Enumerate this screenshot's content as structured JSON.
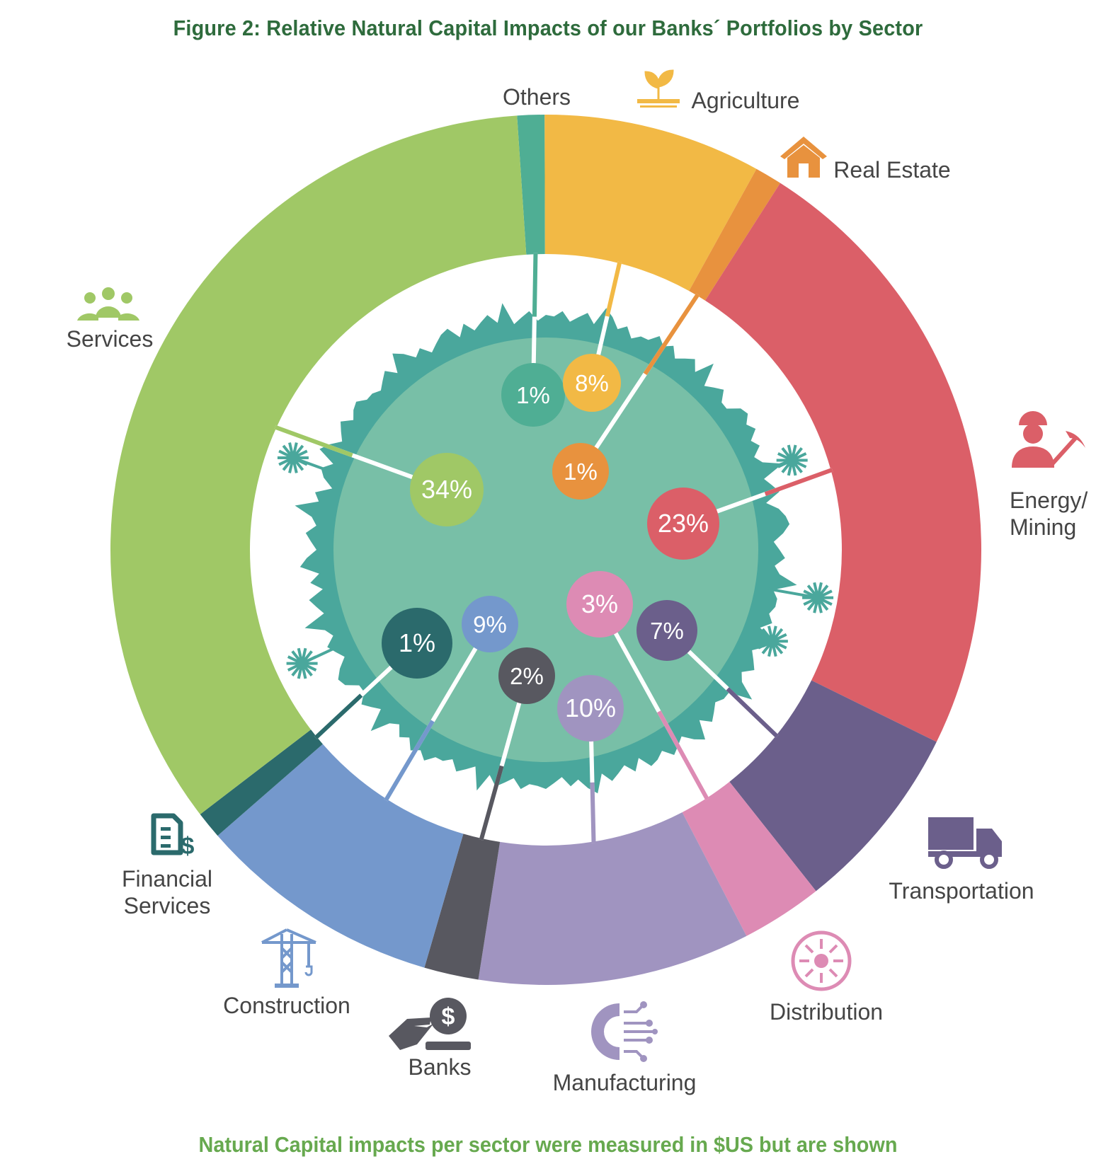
{
  "chart_data": {
    "type": "pie",
    "subtype": "donut",
    "title": "Figure 2: Relative Natural Capital Impacts of our Banks´ Portfolios by Sector",
    "footer": "Natural Capital impacts per sector were measured in $US but are shown",
    "unit": "%",
    "categories": [
      "Others",
      "Agriculture",
      "Real Estate",
      "Energy/ Mining",
      "Transportation",
      "Distribution",
      "Manufacturing",
      "Banks",
      "Construction",
      "Financial Services",
      "Services"
    ],
    "values": [
      1,
      8,
      1,
      23,
      7,
      3,
      10,
      2,
      9,
      1,
      34
    ],
    "colors": [
      "#4fae94",
      "#f2b945",
      "#e8923e",
      "#db5f68",
      "#6b5f8b",
      "#dd8bb4",
      "#a094c0",
      "#585860",
      "#7498cc",
      "#2b6a6c",
      "#a0c866"
    ],
    "icons": [
      "none",
      "sprout-icon",
      "house-icon",
      "miner-icon",
      "truck-icon",
      "distribution-icon",
      "gear-circuit-icon",
      "hand-coin-icon",
      "crane-icon",
      "invoice-dollar-icon",
      "people-group-icon"
    ],
    "legend": "labels around ring"
  }
}
